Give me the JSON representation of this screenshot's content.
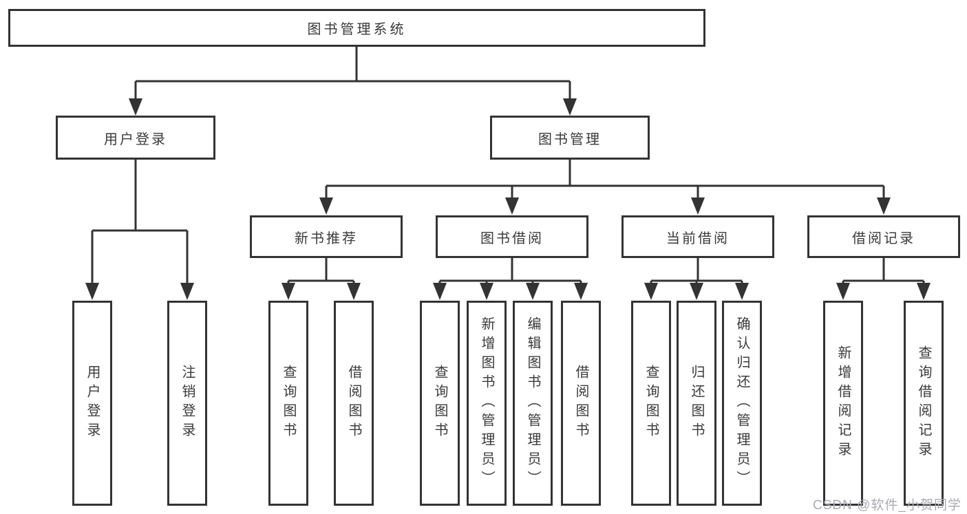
{
  "colors": {
    "line": "#333333",
    "text": "#3a3a3a",
    "background": "#ffffff",
    "watermark": "#a9a9b3"
  },
  "watermark": "CSDN @软件_小贺同学",
  "tree": {
    "root": {
      "label": "图书管理系统"
    },
    "branches": [
      {
        "label": "用户登录",
        "children": [
          {
            "label": "用户登录"
          },
          {
            "label": "注销登录"
          }
        ]
      },
      {
        "label": "图书管理",
        "children": [
          {
            "label": "新书推荐",
            "children": [
              {
                "label": "查询图书"
              },
              {
                "label": "借阅图书"
              }
            ]
          },
          {
            "label": "图书借阅",
            "children": [
              {
                "label": "查询图书"
              },
              {
                "label": "新增图书（管理员）"
              },
              {
                "label": "编辑图书（管理员）"
              },
              {
                "label": "借阅图书"
              }
            ]
          },
          {
            "label": "当前借阅",
            "children": [
              {
                "label": "查询图书"
              },
              {
                "label": "归还图书"
              },
              {
                "label": "确认归还（管理员）"
              }
            ]
          },
          {
            "label": "借阅记录",
            "children": [
              {
                "label": "新增借阅记录"
              },
              {
                "label": "查询借阅记录"
              }
            ]
          }
        ]
      }
    ]
  }
}
